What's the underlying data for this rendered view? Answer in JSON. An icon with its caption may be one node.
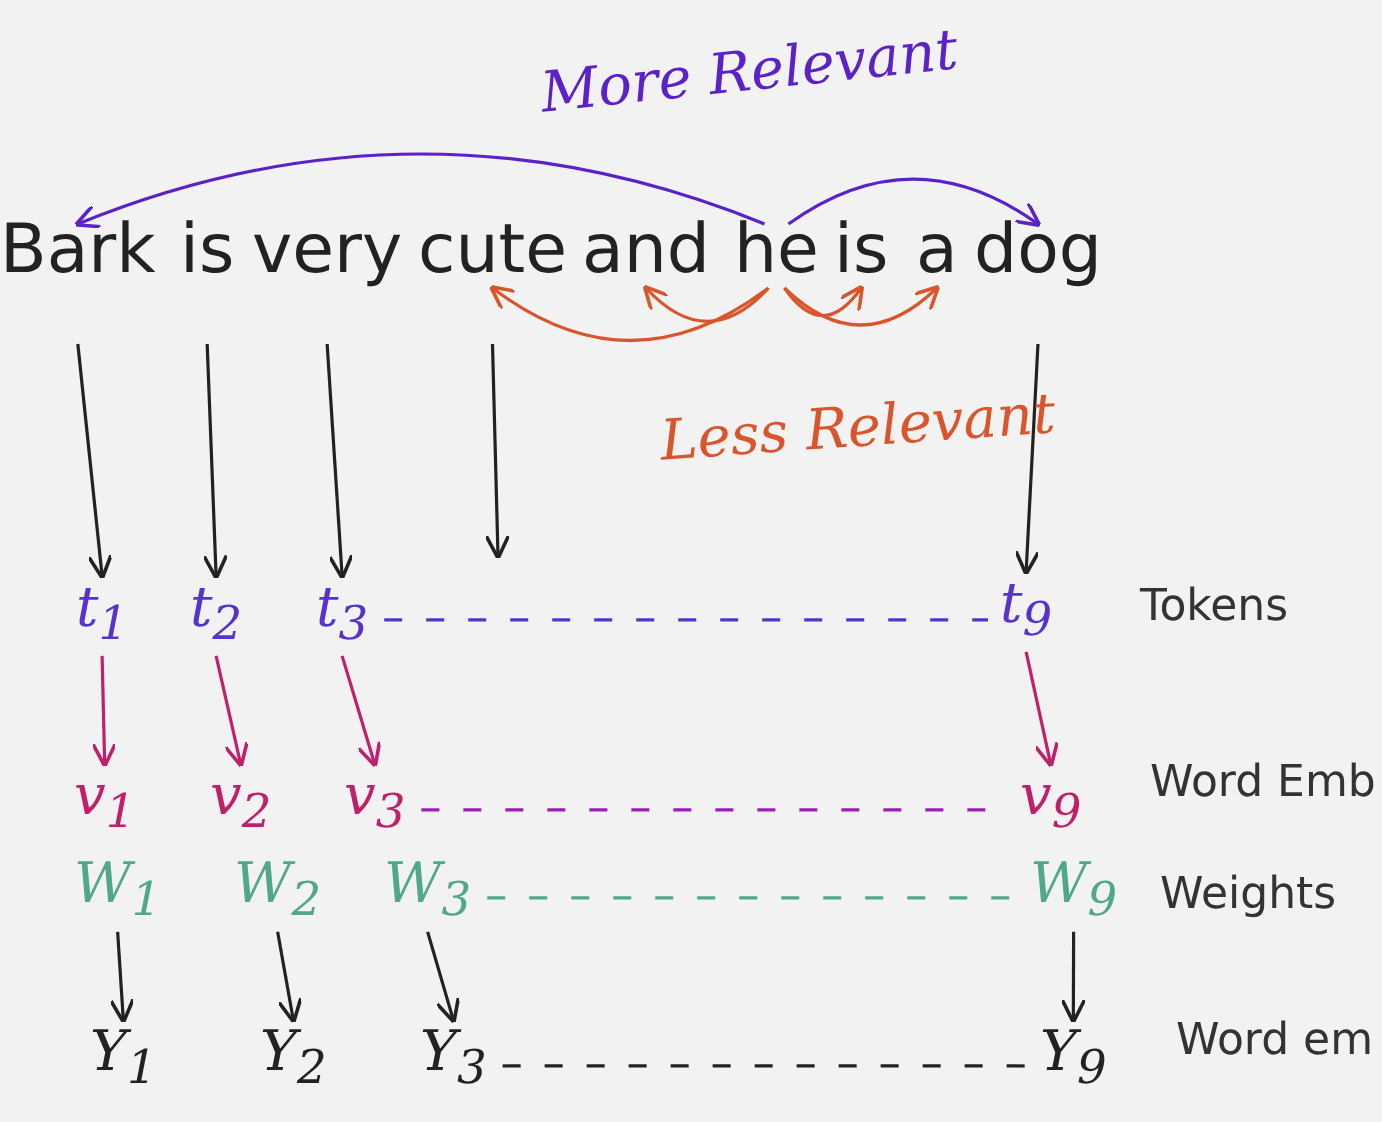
{
  "diagram": {
    "nodes": [
      {
        "text": [
          "Bark"
        ]
      },
      {
        "text": [
          "is"
        ]
      },
      {
        "text": [
          "very"
        ]
      },
      {
        "text": [
          "cute"
        ]
      },
      {
        "text": [
          "and"
        ]
      },
      {
        "text": [
          "he"
        ]
      },
      {
        "text": [
          "is"
        ]
      },
      {
        "text": [
          "a"
        ]
      },
      {
        "text": [
          "dog"
        ]
      },
      {
        "text": [
          "t$_{1}$"
        ]
      },
      {
        "text": [
          "t$_{2}$"
        ]
      },
      {
        "text": [
          "t$_{3}$"
        ]
      },
      {
        "text": [
          "t$_{9}$"
        ]
      },
      {
        "text": [
          "v$_{1}$"
        ]
      },
      {
        "text": [
          "v$_{2}$"
        ]
      },
      {
        "text": [
          "v$_{3}$"
        ]
      },
      {
        "text": [
          "v$_{9}$"
        ]
      },
      {
        "text": [
          "W$_{1}$"
        ]
      },
      {
        "text": [
          "W$_{2}$"
        ]
      },
      {
        "text": [
          "W$_{3}$"
        ]
      },
      {
        "text": [
          "W$_{9}$"
        ]
      },
      {
        "text": [
          "Y$_{1}$"
        ]
      },
      {
        "text": [
          "Y$_{2}$"
        ]
      },
      {
        "text": [
          "Y$_{3}$"
        ]
      },
      {
        "text": [
          "Y$_{9}$"
        ]
      }
    ],
    "edges": [
      {
        "from": 5,
        "to": 0,
        "arrow": "to",
        "color": "#5a22c8"
      },
      {
        "from": 5,
        "to": 8,
        "arrow": "to",
        "color": "#5a22c8"
      },
      {
        "from": 5,
        "to": 3,
        "arrow": "to",
        "color": "#d9552c"
      },
      {
        "from": 5,
        "to": 4,
        "arrow": "to",
        "color": "#d9552c"
      },
      {
        "from": 5,
        "to": 6,
        "arrow": "to",
        "color": "#d9552c"
      },
      {
        "from": 5,
        "to": 7,
        "arrow": "to",
        "color": "#d9552c"
      },
      {
        "from": 0,
        "to": 9,
        "arrow": "to"
      },
      {
        "from": 1,
        "to": 10,
        "arrow": "to"
      },
      {
        "from": 2,
        "to": 11,
        "arrow": "to"
      },
      {
        "from": 3,
        "to": null,
        "arrow": "to"
      },
      {
        "from": 8,
        "to": 12,
        "arrow": "to"
      },
      {
        "from": 11,
        "to": 12,
        "arrow": "none",
        "style": "dashed",
        "color": "#5533cc"
      },
      {
        "from": 9,
        "to": 13,
        "arrow": "to",
        "color": "#c0206a"
      },
      {
        "from": 10,
        "to": 14,
        "arrow": "to",
        "color": "#c0206a"
      },
      {
        "from": 11,
        "to": 15,
        "arrow": "to",
        "color": "#c0206a"
      },
      {
        "from": 12,
        "to": 16,
        "arrow": "to",
        "color": "#c0206a"
      },
      {
        "from": 15,
        "to": 16,
        "arrow": "none",
        "style": "dashed",
        "color": "#9a1fb8"
      },
      {
        "from": 19,
        "to": 20,
        "arrow": "none",
        "style": "dashed",
        "color": "#4fa88a"
      },
      {
        "from": 17,
        "to": 21,
        "arrow": "to"
      },
      {
        "from": 18,
        "to": 22,
        "arrow": "to"
      },
      {
        "from": 19,
        "to": 23,
        "arrow": "to"
      },
      {
        "from": 20,
        "to": 24,
        "arrow": "to"
      },
      {
        "from": 23,
        "to": 24,
        "arrow": "none",
        "style": "dashed"
      }
    ],
    "labels": [
      "More Relevant",
      "Less Relevant",
      "Tokens",
      "Word Emb",
      "Weights",
      "Word em"
    ]
  }
}
